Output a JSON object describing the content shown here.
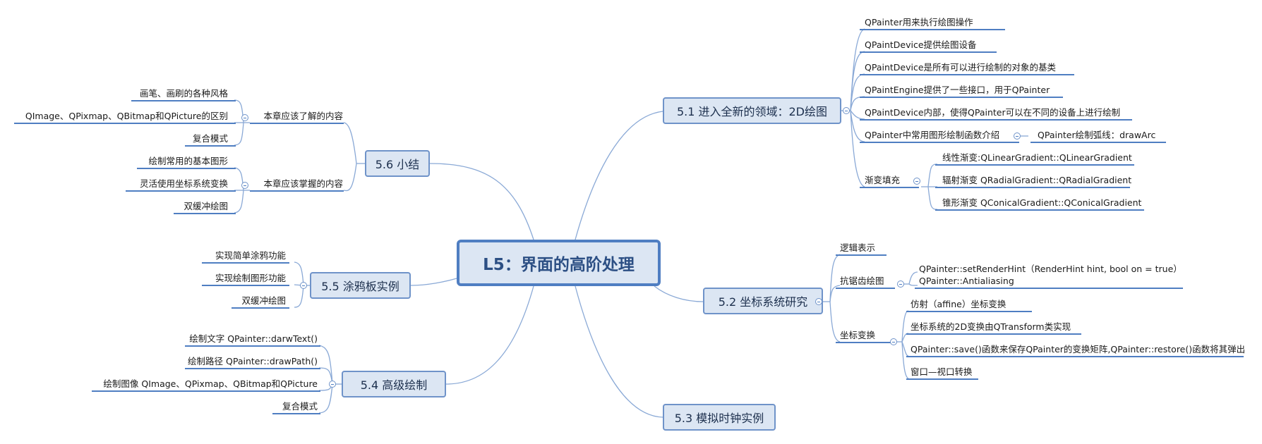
{
  "root": {
    "label": "L5：界面的高阶处理"
  },
  "branches": {
    "b51": {
      "label": "5.1 进入全新的领域：2D绘图",
      "items": [
        "QPainter用来执行绘图操作",
        "QPaintDevice提供绘图设备",
        "QPaintDevice是所有可以进行绘制的对象的基类",
        "QPaintEngine提供了一些接口，用于QPainter",
        "QPaintDevice内部，使得QPainter可以在不同的设备上进行绘制"
      ],
      "shapes": {
        "label": "QPainter中常用图形绘制函数介绍",
        "child": "QPainter绘制弧线：drawArc"
      },
      "gradient": {
        "label": "渐变填充",
        "children": [
          "线性渐变:QLinearGradient::QLinearGradient",
          "辐射渐变 QRadialGradient::QRadialGradient",
          "锥形渐变 QConicalGradient::QConicalGradient"
        ]
      }
    },
    "b52": {
      "label": "5.2 坐标系统研究",
      "logic": "逻辑表示",
      "antialias": {
        "label": "抗锯齿绘图",
        "line1": "QPainter::setRenderHint（RenderHint hint, bool on = true）",
        "line2": "QPainter::Antialiasing"
      },
      "transform": {
        "label": "坐标变换",
        "children": [
          "仿射（affine）坐标变换",
          "坐标系统的2D变换由QTransform类实现",
          "QPainter::save()函数来保存QPainter的变换矩阵,QPainter::restore()函数将其弹出",
          "窗口—视口转换"
        ]
      }
    },
    "b53": {
      "label": "5.3 模拟时钟实例"
    },
    "b54": {
      "label": "5.4 高级绘制",
      "items": [
        "绘制文字 QPainter::darwText()",
        "绘制路径 QPainter::drawPath()",
        "绘制图像 QImage、QPixmap、QBitmap和QPicture",
        "复合模式"
      ]
    },
    "b55": {
      "label": "5.5 涂鸦板实例",
      "items": [
        "实现简单涂鸦功能",
        "实现绘制图形功能",
        "双缓冲绘图"
      ]
    },
    "b56": {
      "label": "5.6 小结",
      "understand": {
        "label": "本章应该了解的内容",
        "children": [
          "画笔、画刷的各种风格",
          "QImage、QPixmap、QBitmap和QPicture的区别",
          "复合模式"
        ]
      },
      "master": {
        "label": "本章应该掌握的内容",
        "children": [
          "绘制常用的基本图形",
          "灵活使用坐标系统变换",
          "双缓冲绘图"
        ]
      }
    }
  },
  "colors": {
    "line": "#4f7ec2",
    "connector": "#8aa9d6",
    "box_fill": "#dce6f3",
    "root_border": "#4f7ec2"
  }
}
